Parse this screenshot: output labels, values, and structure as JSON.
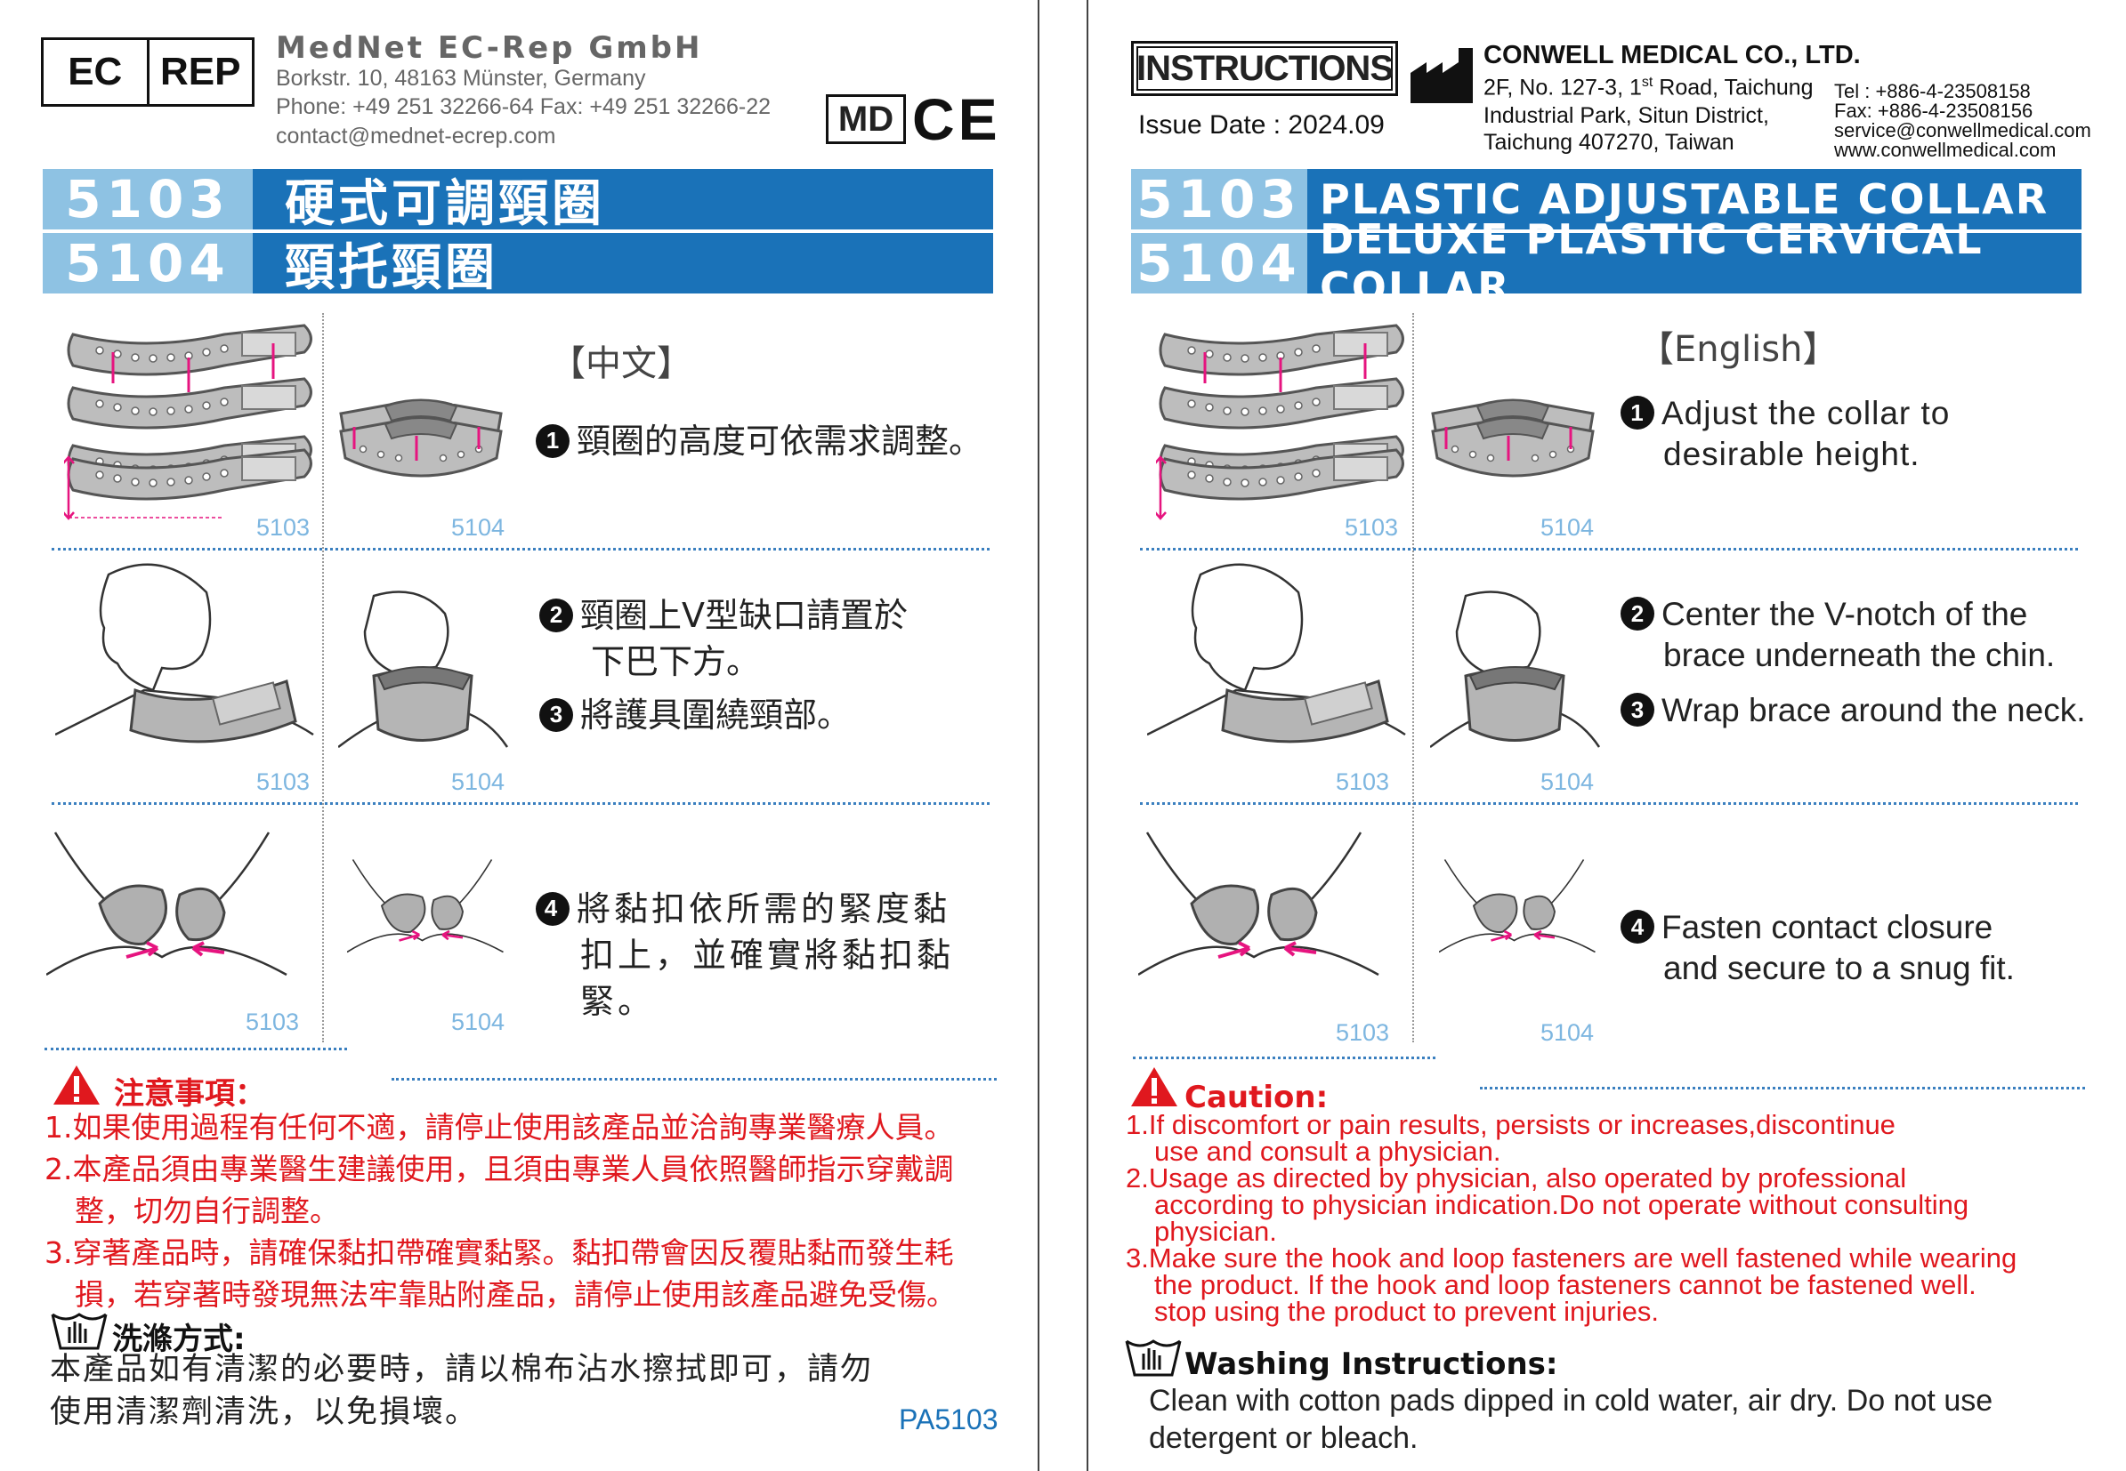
{
  "left": {
    "ec_rep": {
      "ec": "EC",
      "rep": "REP"
    },
    "manufacturer": {
      "name": "MedNet EC-Rep GmbH",
      "address": "Borkstr. 10, 48163 Münster, Germany",
      "phone": "Phone: +49 251 32266-64  Fax: +49 251 32266-22",
      "email": "contact@mednet-ecrep.com"
    },
    "marks": {
      "md": "MD",
      "ce": "CE"
    },
    "header": [
      {
        "num": "5103",
        "title": "硬式可調頸圈"
      },
      {
        "num": "5104",
        "title": "頸托頸圈"
      }
    ],
    "lang": "【中文】",
    "steps": {
      "s1": "頸圈的高度可依需求調整。",
      "s2a": "頸圈上V型缺口請置於",
      "s2b": "下巴下方。",
      "s3": "將護具圍繞頸部。",
      "s4a": "將黏扣依所需的緊度黏",
      "s4b": "扣上，並確實將黏扣黏",
      "s4c": "緊。"
    },
    "captions": {
      "a": "5103",
      "b": "5104"
    },
    "caution": {
      "title": "注意事項",
      "colon": "：",
      "items": [
        "1.如果使用過程有任何不適，請停止使用該產品並洽詢專業醫療人員。",
        "2.本產品須由專業醫生建議使用，且須由專業人員依照醫師指示穿戴調",
        "整，切勿自行調整。",
        "3.穿著產品時，請確保黏扣帶確實黏緊。黏扣帶會因反覆貼黏而發生耗",
        "損，若穿著時發現無法牢靠貼附產品，請停止使用該產品避免受傷。"
      ]
    },
    "washing": {
      "title": "洗滌方式:",
      "lines": [
        "本產品如有清潔的必要時，請以棉布沾水擦拭即可，請勿",
        "使用清潔劑清洗，以免損壞。"
      ]
    },
    "code": "PA5103"
  },
  "right": {
    "instructions": "INSTRUCTIONS",
    "issue_date": "Issue Date : 2024.09",
    "company": {
      "name": "CONWELL MEDICAL CO., LTD.",
      "addr1_pre": "2F, No. 127-3, 1",
      "addr1_sup": "st",
      "addr1_post": " Road, Taichung",
      "addr2": "Industrial Park, Situn District,",
      "addr3": "Taichung 407270, Taiwan",
      "tel": "Tel : +886-4-23508158",
      "fax": "Fax: +886-4-23508156",
      "email": "service@conwellmedical.com",
      "web": "www.conwellmedical.com"
    },
    "header": [
      {
        "num": "5103",
        "title": "PLASTIC ADJUSTABLE COLLAR"
      },
      {
        "num": "5104",
        "title": "DELUXE PLASTIC CERVICAL COLLAR"
      }
    ],
    "lang": "【English】",
    "steps": {
      "s1a": "Adjust the collar to",
      "s1b": "desirable height.",
      "s2a": "Center the V-notch of the",
      "s2b": "brace underneath the chin.",
      "s3": "Wrap brace around the neck.",
      "s4a": "Fasten contact closure",
      "s4b": "and secure to a snug fit."
    },
    "captions": {
      "a": "5103",
      "b": "5104"
    },
    "caution": {
      "title": "Caution:",
      "items": [
        "1.If discomfort or pain results, persists or increases,discontinue",
        "use and consult a physician.",
        "2.Usage as directed by physician, also operated by professional",
        "according to physician indication.Do not operate without consulting",
        "physician.",
        "3.Make sure the hook and loop fasteners are well fastened while wearing",
        "the product. If the hook and loop fasteners cannot be fastened well.",
        "stop using the product to prevent injuries."
      ]
    },
    "washing": {
      "title": "Washing Instructions:",
      "lines": [
        "Clean with cotton pads dipped in cold water, air dry. Do not use",
        "detergent or bleach."
      ]
    }
  },
  "colors": {
    "brand_blue": "#1a72b8",
    "light_blue": "#8ec2e3",
    "warning_red": "#e0181e",
    "arrow_pink": "#e6147f"
  },
  "step_numbers": [
    "1",
    "2",
    "3",
    "4"
  ]
}
